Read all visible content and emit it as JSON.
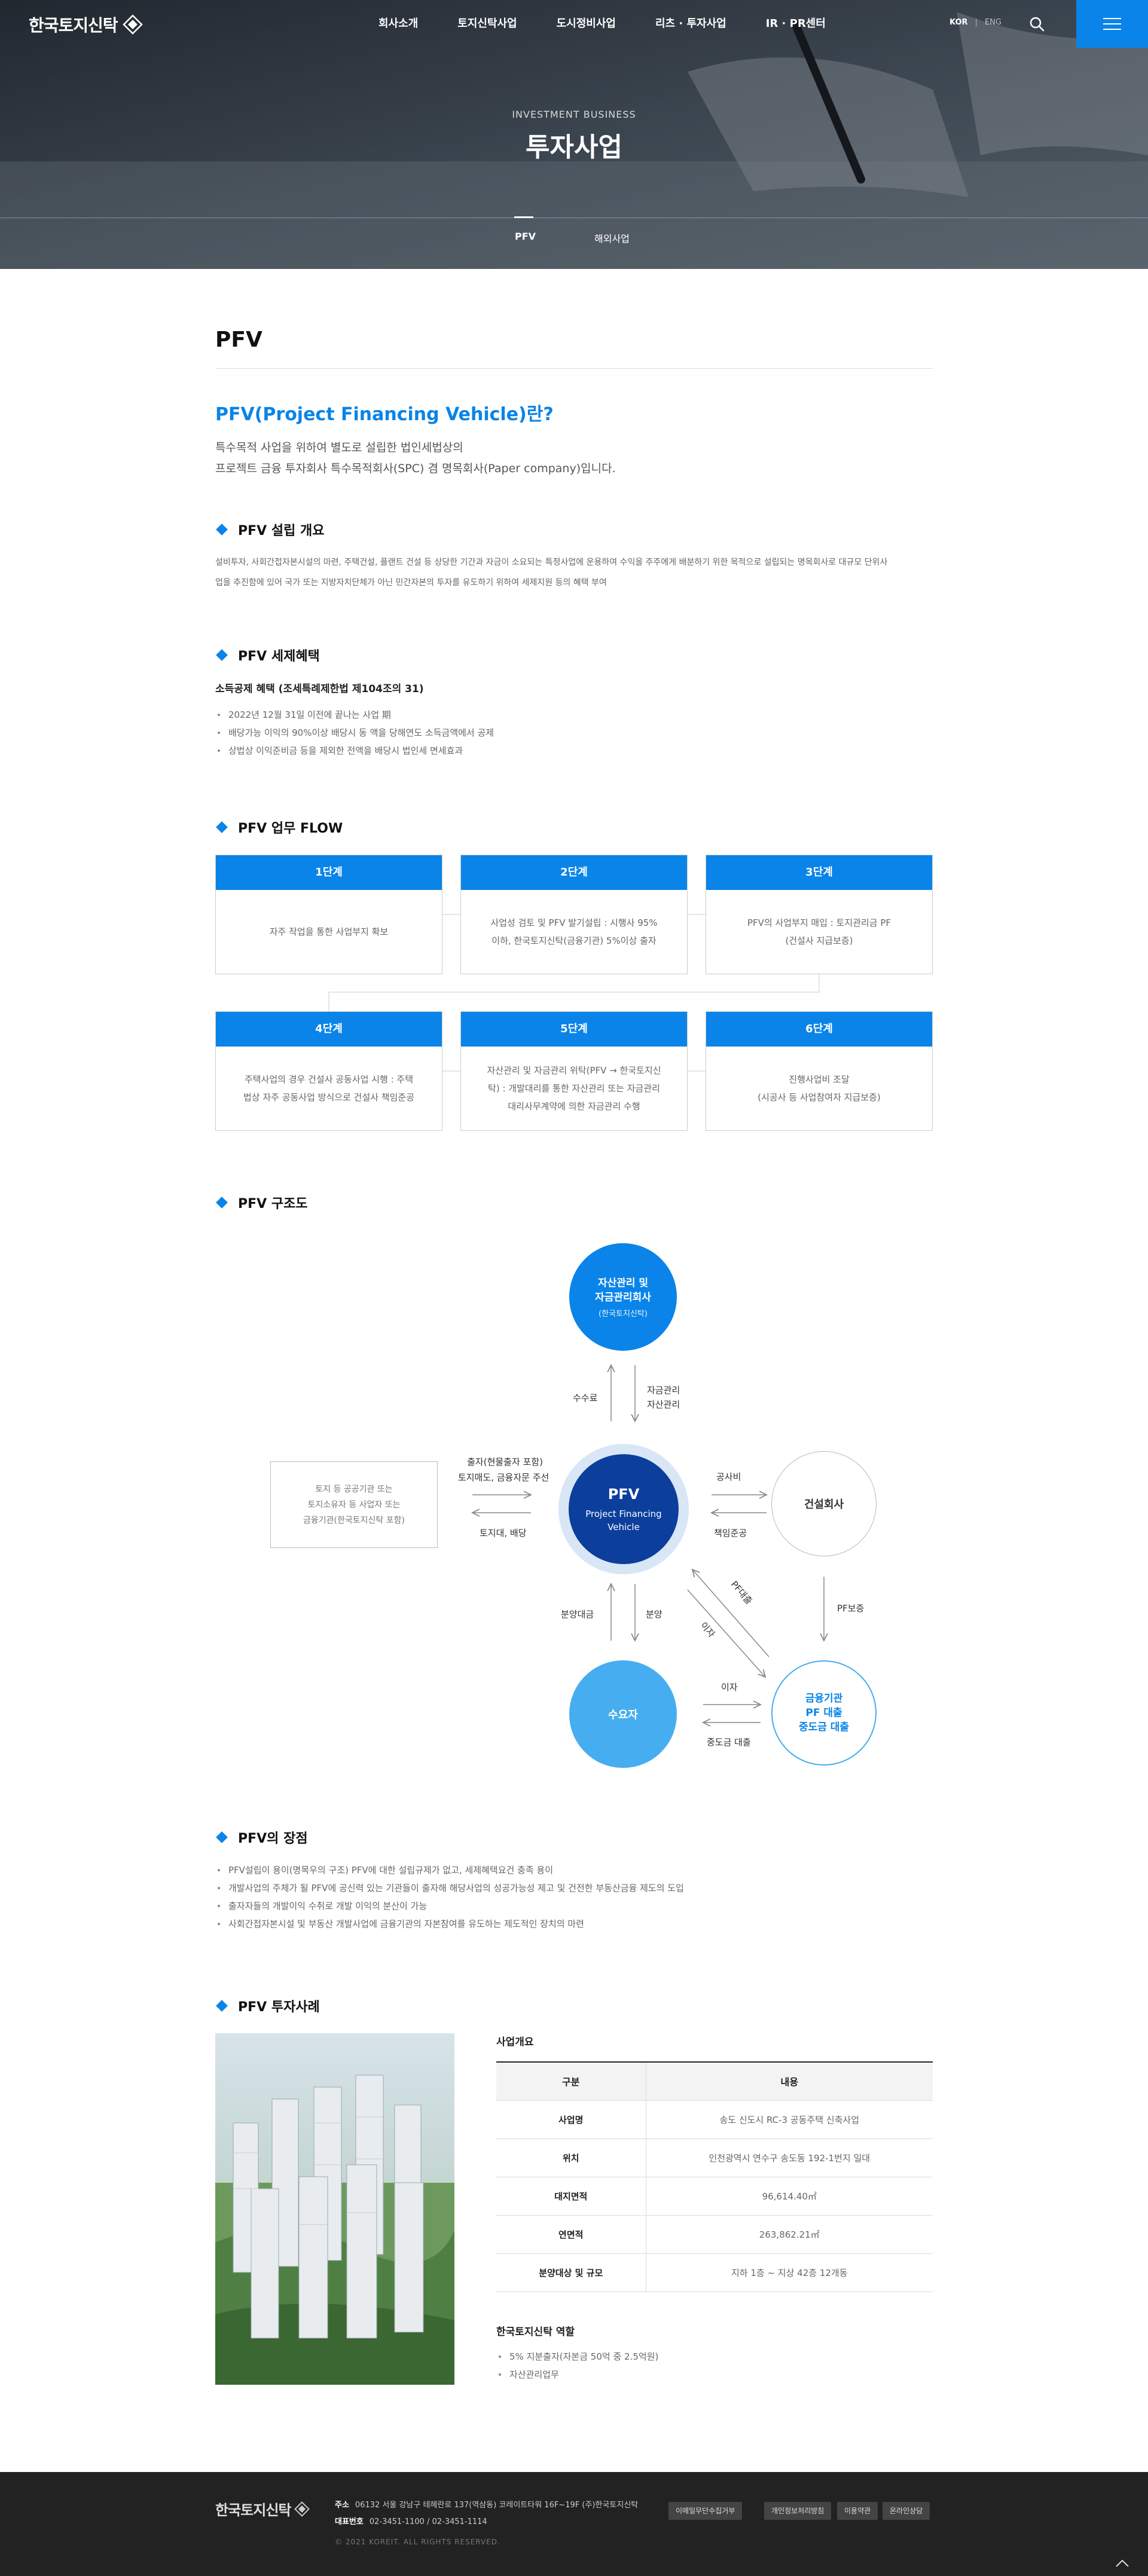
{
  "header": {
    "logo_text": "한국토지신탁",
    "menu": [
      "회사소개",
      "토지신탁사업",
      "도시정비사업",
      "리츠 · 투자사업",
      "IR · PR센터"
    ],
    "lang_active": "KOR",
    "lang_other": "ENG"
  },
  "hero": {
    "subtitle": "INVESTMENT BUSINESS",
    "title": "투자사업",
    "tabs": [
      "PFV",
      "해외사업"
    ]
  },
  "page": {
    "title": "PFV",
    "question_title": "PFV(Project Financing Vehicle)란?",
    "question_desc": [
      "특수목적 사업을 위하여 별도로 설립한 법인세법상의",
      "프로젝트 금융 투자회사 특수목적회사(SPC) 겸 명목회사(Paper company)입니다."
    ]
  },
  "overview": {
    "heading": "PFV 설립 개요",
    "text": [
      "설비투자, 사회간접자본시설의 마련, 주택건설, 플랜트 건설 등 상당한 기간과 자금이 소요되는 특정사업에 운용하여 수익을 주주에게 배분하기 위한 목적으로 설립되는 명목회사로 대규모 단위사",
      "업을 추진함에 있어 국가 또는 지방자치단체가 아닌 민간자본의 투자를 유도하기 위하여 세제지원 등의 혜택 부여"
    ]
  },
  "tax": {
    "heading": "PFV 세제혜택",
    "sub": "소득공제 혜택 (조세특례제한법 제104조의 31)",
    "items": [
      "2022년 12월 31일 이전에 끝나는 사업 期",
      "배당가능 이익의 90%이상 배당시 동 액을 당해연도 소득금액에서 공제",
      "상법상 이익준비금 등을 제외한 전액을 배당시 법인세 면세효과"
    ]
  },
  "flow": {
    "heading": "PFV 업무 FLOW",
    "steps": [
      {
        "label": "1단계",
        "lines": [
          "자주 작업을 통한 사업부지 확보"
        ]
      },
      {
        "label": "2단계",
        "lines": [
          "사업성 검토 및 PFV 발기설립 : 시행사 95%",
          "이하, 한국토지신탁(금융기관) 5%이상 출자"
        ]
      },
      {
        "label": "3단계",
        "lines": [
          "PFV의 사업부지 매입 : 토지관리금 PF",
          "(건설사 지급보증)"
        ]
      },
      {
        "label": "4단계",
        "lines": [
          "주택사업의 경우 건설사 공동사업 시행 : 주택",
          "법상 자주 공동사업 방식으로 건설사 책임준공"
        ]
      },
      {
        "label": "5단계",
        "lines": [
          "자산관리 및 자금관리 위탁(PFV → 한국토지신",
          "탁) : 개발대리를 통한 자산관리 또는 자금관리",
          "대리사무계약에 의한 자금관리 수행"
        ]
      },
      {
        "label": "6단계",
        "lines": [
          "진행사업비 조달",
          "(시공사 등 사업참여자 지급보증)"
        ]
      }
    ]
  },
  "structure": {
    "heading": "PFV 구조도",
    "top": {
      "line1": "자산관리 및",
      "line2": "자금관리회사",
      "sub": "(한국토지신탁)"
    },
    "center": {
      "title": "PFV",
      "line1": "Project Financing",
      "line2": "Vehicle"
    },
    "left_box": [
      "토지 등 공공기관 또는",
      "토지소유자 등 사업자 또는",
      "금융기관(한국토지신탁 포함)"
    ],
    "right": "건설회사",
    "bottom_left": "수요자",
    "bottom_right": [
      "금융기관",
      "PF 대출",
      "중도금 대출"
    ],
    "labels": {
      "fee": "수수료",
      "fund_mgmt": [
        "자금관리",
        "자산관리"
      ],
      "invest": [
        "출자(현물출자 포함)",
        "토지매도, 금융자문 주선"
      ],
      "land_div": "토지대, 배당",
      "construction": "공사비",
      "responsible": "책임준공",
      "sale_price": "분양대금",
      "sale": "분양",
      "pf_loan": "PF대출",
      "interest_diag": "이자",
      "pf_guarantee": "PF보증",
      "interest": "이자",
      "mid_loan": "중도금 대출"
    }
  },
  "merits": {
    "heading": "PFV의 장점",
    "items": [
      "PFV설립이 용이(명목우의 구조) PFV에 대한 설립규제가 없고, 세제혜택요건 충족 용이",
      "개발사업의 주체가 될 PFV에 공신력 있는 기관들이 출자해 해당사업의 성공가능성 제고 및 건전한 부동산금융 제도의 도입",
      "출자자들의 개발이익 수취로 개발 이익의 분산이 가능",
      "사회간접자본시설 및 부동산 개발사업에 금융기관의 자본참여를 유도하는 제도적인 장치의 마련"
    ]
  },
  "case": {
    "heading": "PFV 투자사례",
    "table_title": "사업개요",
    "col_headers": [
      "구분",
      "내용"
    ],
    "rows": [
      [
        "사업명",
        "송도 신도시 RC-3 공동주택 신축사업"
      ],
      [
        "위치",
        "인천광역시 연수구 송도동 192-1번지 일대"
      ],
      [
        "대지면적",
        "96,614.40㎡"
      ],
      [
        "연면적",
        "263,862.21㎡"
      ],
      [
        "분양대상 및 규모",
        "지하 1층 ~ 지상 42층 12개동"
      ]
    ],
    "role_title": "한국토지신탁 역할",
    "role_items": [
      "5% 지분출자(자본금 50억 중 2.5억원)",
      "자산관리업무"
    ]
  },
  "footer": {
    "logo_text": "한국토지신탁",
    "addr_label": "주소",
    "addr": "06132 서울 강남구 테헤란로 137(역삼동) 코레이트타워 16F~19F (주)한국토지신탁",
    "tel_label": "대표번호",
    "tel": "02-3451-1100 / 02-3451-1114",
    "buttons": [
      "이메일무단수집거부",
      "개인정보처리방침",
      "이용약관",
      "온라인상담"
    ],
    "copyright": "© 2021 KOREIT. ALL RIGHTS RESERVED."
  },
  "colors": {
    "accent": "#0a84e8",
    "light_accent": "#46aef0",
    "navy": "#0c3e9c"
  }
}
